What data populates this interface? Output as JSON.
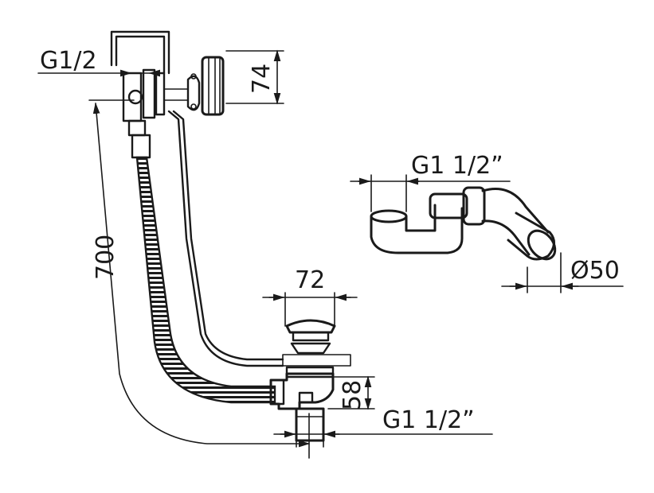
{
  "diagram": {
    "labels": {
      "overflow_thread": "G1/2",
      "overflow_height": "74",
      "hose_length": "700",
      "trap_thread": "G1 1/2”",
      "trap_outlet_diameter": "Ø50",
      "plug_diameter": "72",
      "waste_height": "58",
      "waste_thread": "G1 1/2”"
    }
  }
}
